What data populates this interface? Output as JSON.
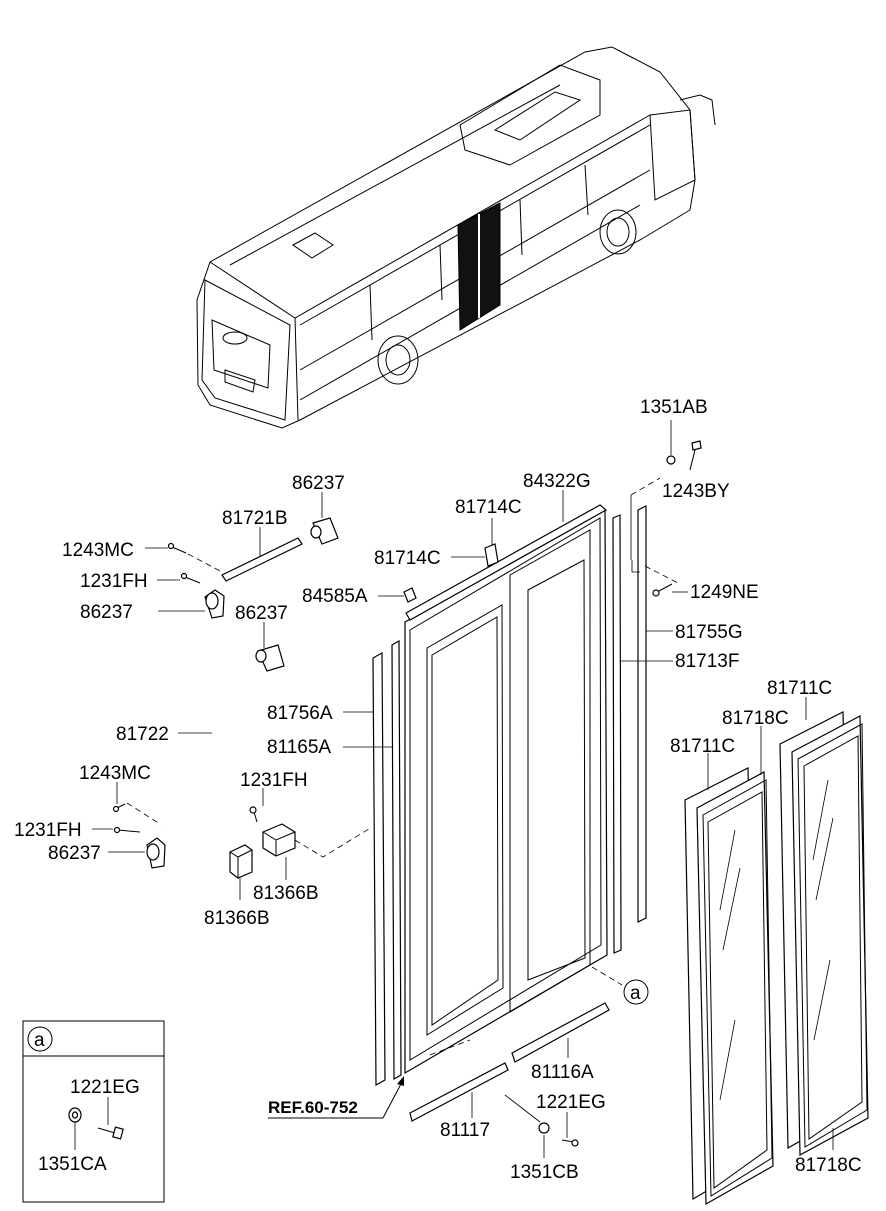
{
  "labels": {
    "p1351AB": "1351AB",
    "p1243BY": "1243BY",
    "p84322G": "84322G",
    "p86237_top": "86237",
    "p81714C_a": "81714C",
    "p81721B": "81721B",
    "p1243MC_a": "1243MC",
    "p81714C_b": "81714C",
    "p1231FH_a": "1231FH",
    "p84585A": "84585A",
    "p1249NE": "1249NE",
    "p86237_b": "86237",
    "p86237_c": "86237",
    "p81755G": "81755G",
    "p81713F": "81713F",
    "p81711C_a": "81711C",
    "p81756A": "81756A",
    "p81718C_a": "81718C",
    "p81722": "81722",
    "p81165A": "81165A",
    "p81711C_b": "81711C",
    "p1243MC_b": "1243MC",
    "p1231FH_b": "1231FH",
    "p1231FH_c": "1231FH",
    "p86237_d": "86237",
    "p81366B_a": "81366B",
    "p81366B_b": "81366B",
    "p81116A": "81116A",
    "p1221EG_a": "1221EG",
    "p81117": "81117",
    "p1351CB": "1351CB",
    "p81718C_b": "81718C",
    "p1221EG_b": "1221EG",
    "p1351CA": "1351CA",
    "ref": "REF.60-752",
    "callout_a": "a",
    "inset_a": "a"
  },
  "colors": {
    "line": "#000000",
    "background": "#ffffff",
    "window_dark": "#111111"
  }
}
